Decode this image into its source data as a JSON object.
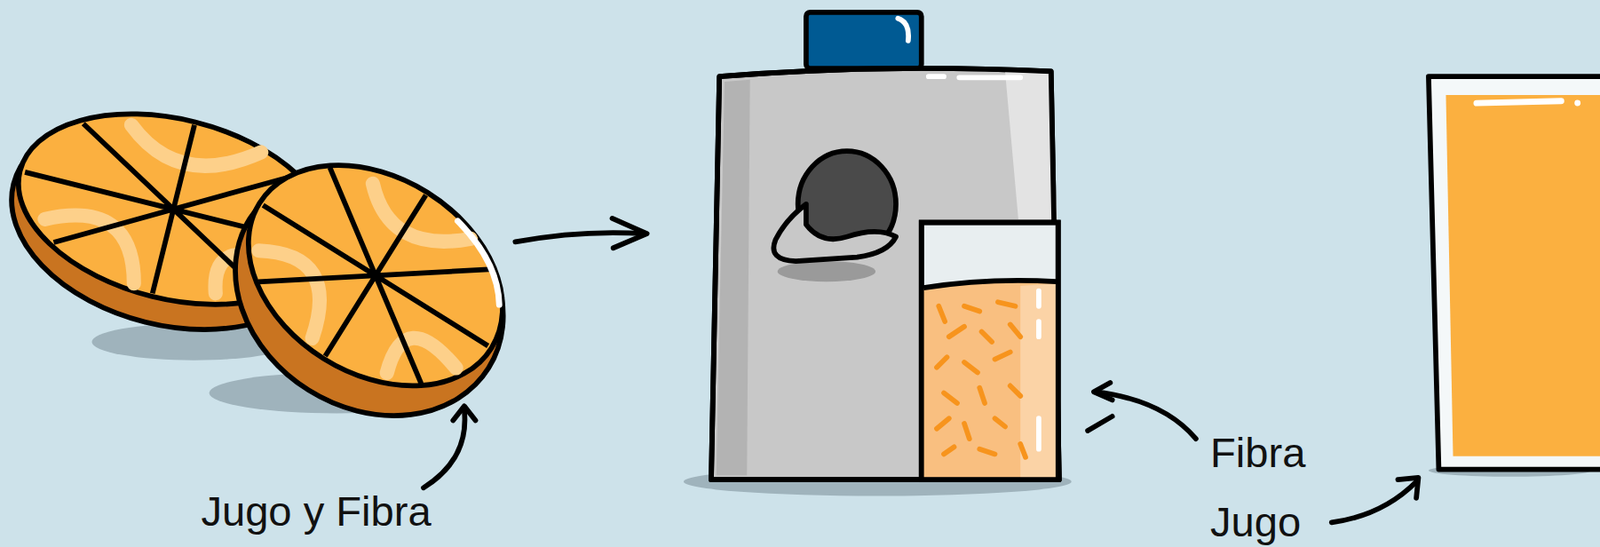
{
  "diagram": {
    "labels": [
      "Jugo y Fibra",
      "Fibra",
      "Jugo"
    ]
  }
}
